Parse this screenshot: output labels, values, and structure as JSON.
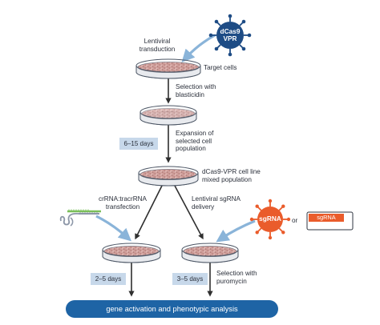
{
  "colors": {
    "virus_navy": "#1e4c85",
    "virus_orange": "#ea5c2b",
    "arrow_light_blue": "#8ab4d9",
    "badge_blue": "#c7d8ea",
    "bar_blue": "#1e64a5",
    "dish_rim": "#4b5564",
    "cells_pink": "#d8aaa5"
  },
  "icons": {
    "dcas9_virus": "virus-icon",
    "sgrna_virus": "virus-icon",
    "crrna_strand": "rna-strand-icon"
  },
  "labels": {
    "dcas9_virus": "dCas9\nVPR",
    "lentiviral_transduction": "Lentiviral\ntransduction",
    "target_cells": "Target cells",
    "selection_blasticidin": "Selection with\nblasticidin",
    "days_6_15": "6–15 days",
    "expansion": "Expansion of\nselected cell\npopulation",
    "dcas9_vpr_line": "dCas9-VPR cell line\nmixed population",
    "crrna_transfection": "crRNA:tracrRNA\ntransfection",
    "lentiviral_sgrna": "Lentiviral sgRNA\ndelivery",
    "sgrna_virus": "sgRNA",
    "or": "or",
    "sgrna_box": "sgRNA",
    "days_2_5": "2–5 days",
    "days_3_5": "3–5 days",
    "selection_puromycin": "Selection with\npuromycin",
    "gene_activation": "gene activation and phenotypic analysis"
  }
}
